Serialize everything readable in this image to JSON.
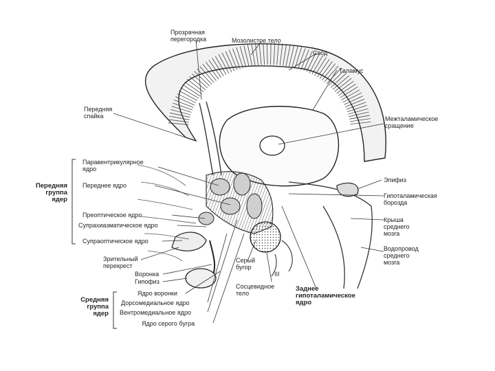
{
  "labels": {
    "septum_pellucidum": "Прозрачная\nперегородка",
    "corpus_callosum": "Мозолистое тело",
    "fornix": "Свод",
    "thalamus": "Таламус",
    "anterior_commissure": "Передняя\nспайка",
    "interthalamic_adhesion": "Межталамическое\nсращение",
    "paraventricular_nucleus": "Паравентрикулярное\nядро",
    "anterior_nucleus": "Переднее ядро",
    "preoptic_nucleus": "Преоптическое ядро",
    "suprachiasmatic_nucleus": "Супрахиазматическое ядро",
    "supraoptic_nucleus": "Супраоптическое ядро",
    "optic_chiasm": "Зрительный\nперекрест",
    "infundibulum": "Воронка",
    "hypophysis": "Гипофиз",
    "infundibular_nucleus": "Ядро воронки",
    "dorsomedial_nucleus": "Дорсомедиальное ядро",
    "ventromedial_nucleus": "Вентромедиальное ядро",
    "tuber_cinereum_nucleus": "Ядро серого бугра",
    "tuber_cinereum": "Серый\nбугор",
    "mammillary_body": "Сосцевидное\nтело",
    "roman_three": "III",
    "epiphysis": "Эпифиз",
    "hypothalamic_sulcus": "Гипоталамическая\nборозда",
    "tectum": "Крыша\nсреднего\nмозга",
    "aqueduct": "Водопровод\nсреднего\nмозга"
  },
  "groups": {
    "anterior_group": "Передняя\nгруппа\nядер",
    "middle_group": "Средняя\nгруппа\nядер",
    "posterior_nucleus": "Заднее\nгипоталамическое\nядро"
  },
  "colors": {
    "ink": "#222222",
    "fill_light": "#f3f3f3",
    "fill_dark": "#bfbfbf"
  }
}
